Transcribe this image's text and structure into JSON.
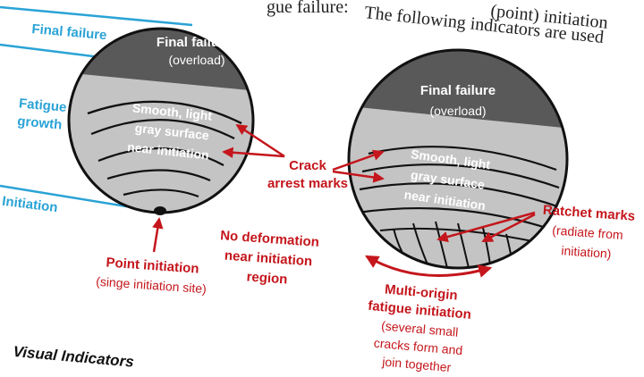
{
  "page_text": {
    "top_fragments": [
      "gue failure:",
      "(point) initiation",
      "The following indicators are used"
    ]
  },
  "left_labels": {
    "final_failure": "Final failure",
    "fatigue_growth_1": "Fatigue",
    "fatigue_growth_2": "growth",
    "initiation": "Initiation"
  },
  "left_circle": {
    "top_label_1": "Final failure",
    "top_label_2": "(overload)",
    "surface_1": "Smooth, light",
    "surface_2": "gray surface",
    "surface_3": "near initiation"
  },
  "right_circle": {
    "top_label_1": "Final failure",
    "top_label_2": "(overload)",
    "surface_1": "Smooth, light",
    "surface_2": "gray surface",
    "surface_3": "near initiation"
  },
  "annotations": {
    "crack_1": "Crack",
    "crack_2": "arrest marks",
    "point_1": "Point initiation",
    "point_2": "(singe initiation site)",
    "nodef_1": "No deformation",
    "nodef_2": "near initiation",
    "nodef_3": "region",
    "ratchet_1": "Ratchet marks",
    "ratchet_2": "(radiate from",
    "ratchet_3": "initiation)",
    "multi_1": "Multi-origin",
    "multi_2": "fatigue initiation",
    "multi_3": "(several small",
    "multi_4": "cracks form and",
    "multi_5": "join together"
  },
  "footer": {
    "visual_indicators": "Visual Indicators"
  },
  "colors": {
    "blue": "#2aa3d6",
    "red": "#c4161c",
    "dark_gray": "#595959",
    "light_gray": "#c4c4c4",
    "ink": "#111111"
  }
}
